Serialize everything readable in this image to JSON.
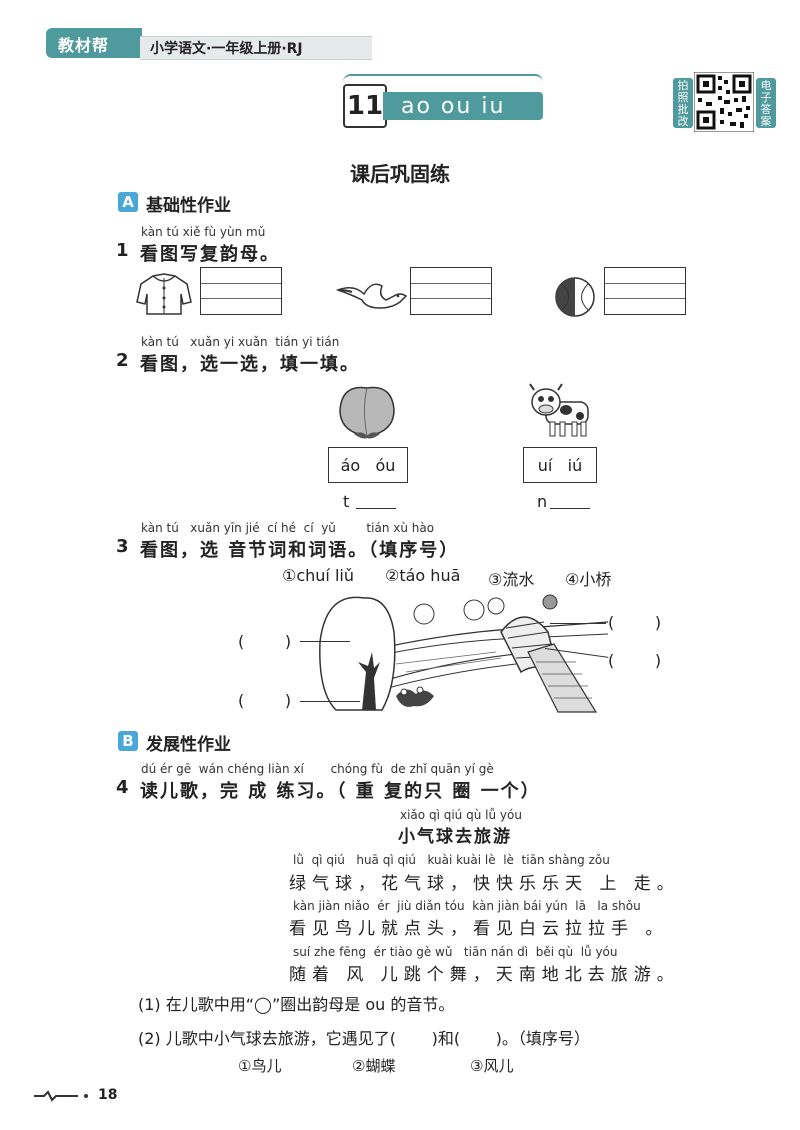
{
  "header": {
    "brand": "教材帮",
    "book": "小学语文·一年级上册·RJ"
  },
  "lesson": {
    "number": "11",
    "title": "ao ou iu"
  },
  "qr": {
    "left_label": "拍照批改",
    "right_label": "电子答案"
  },
  "page_title": "课后巩固练",
  "section_a": {
    "badge": "A",
    "label": "基础性作业"
  },
  "q1": {
    "pinyin": "kàn tú xiě fù yùn mǔ",
    "number": "1",
    "text": "看图写复韵母。",
    "items": [
      "coat",
      "bird",
      "ball"
    ]
  },
  "q2": {
    "pinyin": "kàn tú   xuǎn yi xuǎn  tián yi tián",
    "number": "2",
    "text": "看图，选一选，填一填。",
    "choices": [
      {
        "options": "áo   óu",
        "prefix": "t"
      },
      {
        "options": "uí   iú",
        "prefix": "n"
      }
    ]
  },
  "q3": {
    "pinyin": "kàn tú   xuǎn yīn jié  cí hé  cí  yǔ        tián xù hào",
    "number": "3",
    "text": "看图，选 音节词和词语。（填序号）",
    "options": [
      "①chuí liǔ",
      "②táo huā",
      "③流水",
      "④小桥"
    ],
    "blank": "(        )"
  },
  "section_b": {
    "badge": "B",
    "label": "发展性作业"
  },
  "q4": {
    "pinyin": "dú ér gē  wán chéng liàn xí       chóng fù  de zhǐ quān yí gè",
    "number": "4",
    "text": "读儿歌，完 成 练习。（ 重 复的只 圈 一个）",
    "poem_title_pinyin": "xiǎo qì qiú qù lǚ yóu",
    "poem_title": "小气球去旅游",
    "poem": [
      {
        "pinyin": "lǜ  qì qiú   huā qì qiú   kuài kuài lè  lè  tiān shàng zǒu",
        "text": "绿气球，花气球，快快乐乐天 上 走。"
      },
      {
        "pinyin": "kàn jiàn niǎo  ér  jiù diǎn tóu  kàn jiàn bái yún  lā   la shǒu",
        "text": "看见鸟儿就点头，看见白云拉拉手 。"
      },
      {
        "pinyin": "suí zhe fēng  ér tiào gè wǔ   tiān nán dì  běi qù  lǚ yóu",
        "text": "随着 风 儿跳个舞，天南地北去旅游。"
      }
    ],
    "sub1": "(1) 在儿歌中用“◯”圈出韵母是 ou 的音节。",
    "sub2": "(2) 儿歌中小气球去旅游，它遇见了(       )和(       )。（填序号）",
    "options": [
      "①鸟儿",
      "②蝴蝶",
      "③风儿"
    ]
  },
  "footer": {
    "page": "18"
  },
  "colors": {
    "accent": "#4f9a9c",
    "section_badge": "#4aa8d8"
  }
}
